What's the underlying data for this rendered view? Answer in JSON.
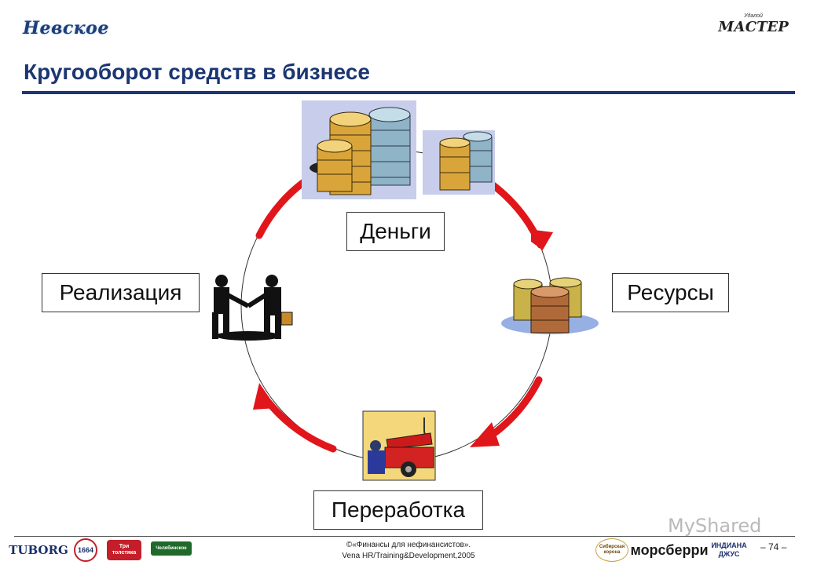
{
  "header": {
    "logo_left_text": "Невское",
    "logo_right_small": "Удалой",
    "logo_right_text": "МАСТЕР",
    "title": "Кругооборот средств в бизнесе"
  },
  "diagram": {
    "nodes": {
      "money": "Деньги",
      "resources": "Ресурсы",
      "processing": "Переработка",
      "sales": "Реализация"
    },
    "arrow_color": "#e0161b",
    "title_color": "#1b3672"
  },
  "footer": {
    "line1": "©«Финансы для нефинансистов».",
    "line2": "Vena HR/Training&Development,2005",
    "page": "– 74 –",
    "watermark": "MyShared",
    "brands": [
      "TUBORG",
      "1664",
      "Три толстяка",
      "Челябинское",
      "Сибирская корона",
      "морсберри",
      "ИНДИАНА ДЖУС"
    ]
  }
}
